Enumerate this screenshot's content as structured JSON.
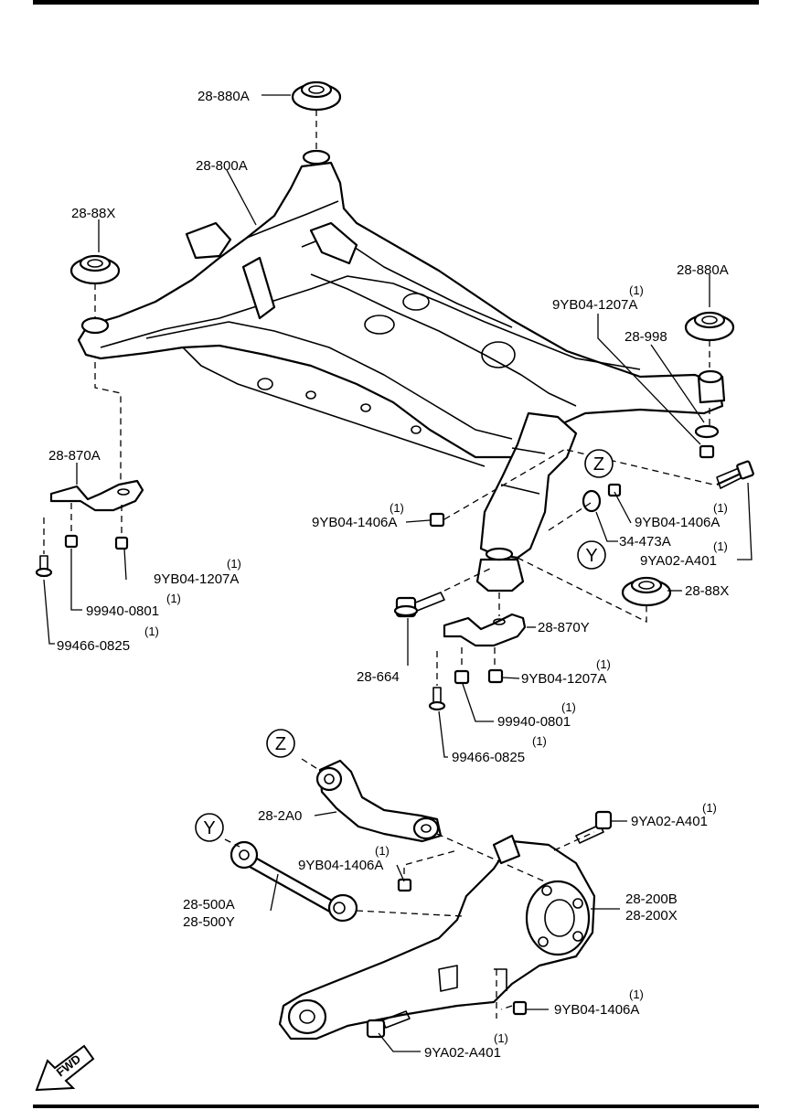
{
  "callouts": {
    "c1": {
      "part": "28-880A"
    },
    "c2": {
      "part": "28-800A"
    },
    "c3": {
      "part": "28-88X"
    },
    "c4": {
      "part": "28-880A"
    },
    "c5": {
      "qty": "(1)",
      "part": "9YB04-1207A"
    },
    "c6": {
      "part": "28-998"
    },
    "c7": {
      "part": "28-870A"
    },
    "c8": {
      "qty": "(1)",
      "part": "9YB04-1406A"
    },
    "c9": {
      "qty": "(1)",
      "part": "9YB04-1406A"
    },
    "c10": {
      "part": "34-473A"
    },
    "c11": {
      "qty": "(1)",
      "part": "9YA02-A401"
    },
    "c12": {
      "part": "28-88X"
    },
    "c13": {
      "qty": "(1)",
      "part": "9YB04-1207A"
    },
    "c14": {
      "qty": "(1)",
      "part": "99940-0801"
    },
    "c15": {
      "qty": "(1)",
      "part": "99466-0825"
    },
    "c16": {
      "part": "28-870Y"
    },
    "c17": {
      "part": "28-664"
    },
    "c18": {
      "qty": "(1)",
      "part": "9YB04-1207A"
    },
    "c19": {
      "qty": "(1)",
      "part": "99940-0801"
    },
    "c20": {
      "qty": "(1)",
      "part": "99466-0825"
    },
    "c21": {
      "part": "28-2A0"
    },
    "c22": {
      "qty": "(1)",
      "part": "9YA02-A401"
    },
    "c23": {
      "qty": "(1)",
      "part": "9YB04-1406A"
    },
    "c24": {
      "part": "28-500A",
      "part2": "28-500Y"
    },
    "c25": {
      "part": "28-200B",
      "part2": "28-200X"
    },
    "c26": {
      "qty": "(1)",
      "part": "9YB04-1406A"
    },
    "c27": {
      "qty": "(1)",
      "part": "9YA02-A401"
    }
  },
  "refs": {
    "z1": "Z",
    "y1": "Y",
    "z2": "Z",
    "y2": "Y"
  },
  "fwd": "FWD"
}
